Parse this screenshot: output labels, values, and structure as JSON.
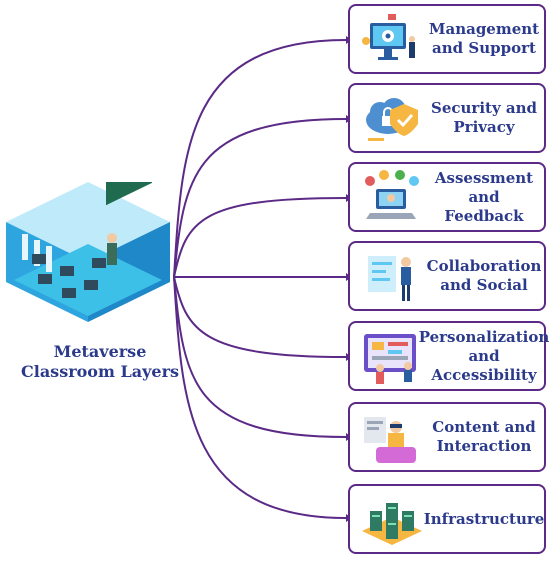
{
  "hub": {
    "title_line1": "Metaverse",
    "title_line2": "Classroom Layers",
    "image_icon": "isometric-classroom-icon"
  },
  "layers": [
    {
      "line1": "Management",
      "line2": "and Support",
      "line3": "",
      "icon": "monitor-gear-icon"
    },
    {
      "line1": "Security and",
      "line2": "Privacy",
      "line3": "",
      "icon": "cloud-lock-shield-icon"
    },
    {
      "line1": "Assessment and",
      "line2": "Feedback",
      "line3": "",
      "icon": "laptop-feedback-icon"
    },
    {
      "line1": "Collaboration",
      "line2": "and Social",
      "line3": "",
      "icon": "presenter-board-icon"
    },
    {
      "line1": "Personalization",
      "line2": "and",
      "line3": "Accessibility",
      "icon": "dashboard-users-icon"
    },
    {
      "line1": "Content and",
      "line2": "Interaction",
      "line3": "",
      "icon": "vr-user-icon"
    },
    {
      "line1": "Infrastructure",
      "line2": "",
      "line3": "",
      "icon": "server-stack-icon"
    }
  ],
  "colors": {
    "border": "#5b2a86",
    "connector": "#5b2a86",
    "text": "#2b3a8a"
  }
}
